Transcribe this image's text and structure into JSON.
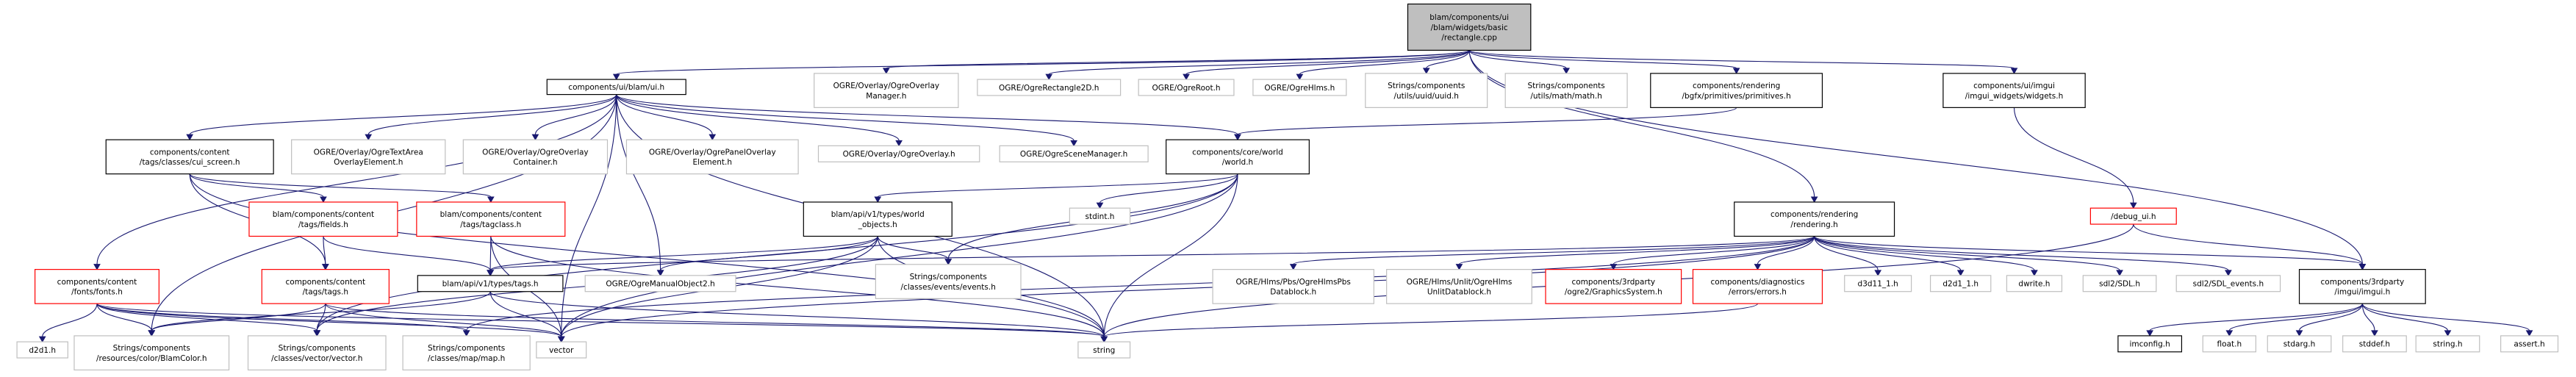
{
  "diagram": {
    "colors": {
      "edge": "#191970",
      "root_fill": "#bfbfbf",
      "root_border": "#000000",
      "normal_border": "#000000",
      "missing_border": "#bfbfbf",
      "missing_text": "#000000",
      "incomplete_border": "#ff0000",
      "node_fill": "#ffffff"
    },
    "nodes": [
      {
        "id": "root",
        "kind": "root",
        "lines": [
          "blam/components/ui",
          "/blam/widgets/basic",
          "/rectangle.cpp"
        ]
      },
      {
        "id": "ui_h",
        "kind": "normal",
        "lines": [
          "components/ui/blam/ui.h"
        ]
      },
      {
        "id": "ogre_overlay_mgr",
        "kind": "missing",
        "lines": [
          "OGRE/Overlay/OgreOverlay",
          "Manager.h"
        ]
      },
      {
        "id": "ogre_rect2d",
        "kind": "missing",
        "lines": [
          "OGRE/OgreRectangle2D.h"
        ]
      },
      {
        "id": "ogre_root",
        "kind": "missing",
        "lines": [
          "OGRE/OgreRoot.h"
        ]
      },
      {
        "id": "ogre_hlms",
        "kind": "missing",
        "lines": [
          "OGRE/OgreHlms.h"
        ]
      },
      {
        "id": "uuid_h",
        "kind": "missing",
        "lines": [
          "Strings/components",
          "/utils/uuid/uuid.h"
        ]
      },
      {
        "id": "math_h",
        "kind": "missing",
        "lines": [
          "Strings/components",
          "/utils/math/math.h"
        ]
      },
      {
        "id": "primitives_h",
        "kind": "normal",
        "lines": [
          "components/rendering",
          "/bgfx/primitives/primitives.h"
        ]
      },
      {
        "id": "imgui_widgets_h",
        "kind": "normal",
        "lines": [
          "components/ui/imgui",
          "/imgui_widgets/widgets.h"
        ]
      },
      {
        "id": "cui_screen_h",
        "kind": "normal",
        "lines": [
          "components/content",
          "/tags/classes/cui_screen.h"
        ]
      },
      {
        "id": "ogre_textarea",
        "kind": "missing",
        "lines": [
          "OGRE/Overlay/OgreTextArea",
          "OverlayElement.h"
        ]
      },
      {
        "id": "ogre_overlay_container",
        "kind": "missing",
        "lines": [
          "OGRE/Overlay/OgreOverlay",
          "Container.h"
        ]
      },
      {
        "id": "ogre_panel_overlay",
        "kind": "missing",
        "lines": [
          "OGRE/Overlay/OgrePanelOverlay",
          "Element.h"
        ]
      },
      {
        "id": "ogre_overlay_h",
        "kind": "missing",
        "lines": [
          "OGRE/Overlay/OgreOverlay.h"
        ]
      },
      {
        "id": "ogre_scene_mgr",
        "kind": "missing",
        "lines": [
          "OGRE/OgreSceneManager.h"
        ]
      },
      {
        "id": "world_h",
        "kind": "normal",
        "lines": [
          "components/core/world",
          "/world.h"
        ]
      },
      {
        "id": "fields_h",
        "kind": "incomplete",
        "lines": [
          "blam/components/content",
          "/tags/fields.h"
        ]
      },
      {
        "id": "tagclass_h",
        "kind": "incomplete",
        "lines": [
          "blam/components/content",
          "/tags/tagclass.h"
        ]
      },
      {
        "id": "world_objects_h",
        "kind": "normal",
        "lines": [
          "blam/api/v1/types/world",
          "_objects.h"
        ]
      },
      {
        "id": "stdint_h",
        "kind": "missing",
        "lines": [
          "stdint.h"
        ]
      },
      {
        "id": "rendering_h",
        "kind": "normal",
        "lines": [
          "components/rendering",
          "/rendering.h"
        ]
      },
      {
        "id": "debug_ui_h",
        "kind": "incomplete",
        "lines": [
          "/debug_ui.h"
        ]
      },
      {
        "id": "fonts_h",
        "kind": "incomplete",
        "lines": [
          "components/content",
          "/fonts/fonts.h"
        ]
      },
      {
        "id": "content_tags_h",
        "kind": "incomplete",
        "lines": [
          "components/content",
          "/tags/tags.h"
        ]
      },
      {
        "id": "api_tags_h",
        "kind": "normal",
        "lines": [
          "blam/api/v1/types/tags.h"
        ]
      },
      {
        "id": "ogre_manual_obj",
        "kind": "missing",
        "lines": [
          "OGRE/OgreManualObject2.h"
        ]
      },
      {
        "id": "events_h",
        "kind": "missing",
        "lines": [
          "Strings/components",
          "/classes/events/events.h"
        ]
      },
      {
        "id": "hlms_pbs_datablock",
        "kind": "missing",
        "lines": [
          "OGRE/Hlms/Pbs/OgreHlmsPbs",
          "Datablock.h"
        ]
      },
      {
        "id": "hlms_unlit_datablock",
        "kind": "missing",
        "lines": [
          "OGRE/Hlms/Unlit/OgreHlms",
          "UnlitDatablock.h"
        ]
      },
      {
        "id": "graphics_system_h",
        "kind": "incomplete",
        "lines": [
          "components/3rdparty",
          "/ogre2/GraphicsSystem.h"
        ]
      },
      {
        "id": "errors_h",
        "kind": "incomplete",
        "lines": [
          "components/diagnostics",
          "/errors/errors.h"
        ]
      },
      {
        "id": "d3d11_1_h",
        "kind": "missing",
        "lines": [
          "d3d11_1.h"
        ]
      },
      {
        "id": "d2d1_1_h",
        "kind": "missing",
        "lines": [
          "d2d1_1.h"
        ]
      },
      {
        "id": "dwrite_h",
        "kind": "missing",
        "lines": [
          "dwrite.h"
        ]
      },
      {
        "id": "sdl_h",
        "kind": "missing",
        "lines": [
          "sdl2/SDL.h"
        ]
      },
      {
        "id": "sdl_events_h",
        "kind": "missing",
        "lines": [
          "sdl2/SDL_events.h"
        ]
      },
      {
        "id": "imgui_h",
        "kind": "normal",
        "lines": [
          "components/3rdparty",
          "/imgui/imgui.h"
        ]
      },
      {
        "id": "d2d1_h",
        "kind": "missing",
        "lines": [
          "d2d1.h"
        ]
      },
      {
        "id": "blamcolor_h",
        "kind": "missing",
        "lines": [
          "Strings/components",
          "/resources/color/BlamColor.h"
        ]
      },
      {
        "id": "vector_h",
        "kind": "missing",
        "lines": [
          "Strings/components",
          "/classes/vector/vector.h"
        ]
      },
      {
        "id": "map_h",
        "kind": "missing",
        "lines": [
          "Strings/components",
          "/classes/map/map.h"
        ]
      },
      {
        "id": "vector",
        "kind": "missing",
        "lines": [
          "vector"
        ]
      },
      {
        "id": "string",
        "kind": "missing",
        "lines": [
          "string"
        ]
      },
      {
        "id": "imconfig_h",
        "kind": "normal",
        "lines": [
          "imconfig.h"
        ]
      },
      {
        "id": "float_h",
        "kind": "missing",
        "lines": [
          "float.h"
        ]
      },
      {
        "id": "stdarg_h",
        "kind": "missing",
        "lines": [
          "stdarg.h"
        ]
      },
      {
        "id": "stddef_h",
        "kind": "missing",
        "lines": [
          "stddef.h"
        ]
      },
      {
        "id": "string_h",
        "kind": "missing",
        "lines": [
          "string.h"
        ]
      },
      {
        "id": "assert_h",
        "kind": "missing",
        "lines": [
          "assert.h"
        ]
      }
    ],
    "edges": [
      [
        "root",
        "ui_h"
      ],
      [
        "root",
        "ogre_overlay_mgr"
      ],
      [
        "root",
        "ogre_rect2d"
      ],
      [
        "root",
        "ogre_root"
      ],
      [
        "root",
        "ogre_hlms"
      ],
      [
        "root",
        "uuid_h"
      ],
      [
        "root",
        "math_h"
      ],
      [
        "root",
        "primitives_h"
      ],
      [
        "root",
        "imgui_widgets_h"
      ],
      [
        "root",
        "rendering_h"
      ],
      [
        "root",
        "imgui_h"
      ],
      [
        "ui_h",
        "cui_screen_h"
      ],
      [
        "ui_h",
        "ogre_textarea"
      ],
      [
        "ui_h",
        "ogre_overlay_container"
      ],
      [
        "ui_h",
        "ogre_panel_overlay"
      ],
      [
        "ui_h",
        "ogre_overlay_h"
      ],
      [
        "ui_h",
        "ogre_scene_mgr"
      ],
      [
        "ui_h",
        "fonts_h"
      ],
      [
        "ui_h",
        "ogre_manual_obj"
      ],
      [
        "ui_h",
        "vector"
      ],
      [
        "ui_h",
        "string"
      ],
      [
        "ui_h",
        "blamcolor_h"
      ],
      [
        "ui_h",
        "world_h"
      ],
      [
        "primitives_h",
        "world_h"
      ],
      [
        "imgui_widgets_h",
        "debug_ui_h"
      ],
      [
        "cui_screen_h",
        "fields_h"
      ],
      [
        "cui_screen_h",
        "tagclass_h"
      ],
      [
        "cui_screen_h",
        "content_tags_h"
      ],
      [
        "cui_screen_h",
        "string"
      ],
      [
        "world_h",
        "world_objects_h"
      ],
      [
        "world_h",
        "stdint_h"
      ],
      [
        "world_h",
        "events_h"
      ],
      [
        "world_h",
        "vector"
      ],
      [
        "world_h",
        "string"
      ],
      [
        "world_h",
        "vector_h"
      ],
      [
        "fields_h",
        "content_tags_h"
      ],
      [
        "fields_h",
        "api_tags_h"
      ],
      [
        "tagclass_h",
        "api_tags_h"
      ],
      [
        "tagclass_h",
        "vector"
      ],
      [
        "tagclass_h",
        "string"
      ],
      [
        "world_objects_h",
        "api_tags_h"
      ],
      [
        "world_objects_h",
        "ogre_manual_obj"
      ],
      [
        "world_objects_h",
        "events_h"
      ],
      [
        "world_objects_h",
        "vector"
      ],
      [
        "world_objects_h",
        "string"
      ],
      [
        "world_objects_h",
        "vector_h"
      ],
      [
        "rendering_h",
        "api_tags_h"
      ],
      [
        "rendering_h",
        "hlms_pbs_datablock"
      ],
      [
        "rendering_h",
        "hlms_unlit_datablock"
      ],
      [
        "rendering_h",
        "graphics_system_h"
      ],
      [
        "rendering_h",
        "errors_h"
      ],
      [
        "rendering_h",
        "d3d11_1_h"
      ],
      [
        "rendering_h",
        "d2d1_1_h"
      ],
      [
        "rendering_h",
        "dwrite_h"
      ],
      [
        "rendering_h",
        "sdl_h"
      ],
      [
        "rendering_h",
        "sdl_events_h"
      ],
      [
        "rendering_h",
        "imgui_h"
      ],
      [
        "rendering_h",
        "vector"
      ],
      [
        "rendering_h",
        "map_h"
      ],
      [
        "debug_ui_h",
        "imgui_h"
      ],
      [
        "debug_ui_h",
        "string"
      ],
      [
        "fonts_h",
        "d2d1_h"
      ],
      [
        "fonts_h",
        "blamcolor_h"
      ],
      [
        "fonts_h",
        "vector_h"
      ],
      [
        "fonts_h",
        "map_h"
      ],
      [
        "fonts_h",
        "vector"
      ],
      [
        "fonts_h",
        "string"
      ],
      [
        "content_tags_h",
        "vector_h"
      ],
      [
        "content_tags_h",
        "vector"
      ],
      [
        "content_tags_h",
        "string"
      ],
      [
        "content_tags_h",
        "blamcolor_h"
      ],
      [
        "api_tags_h",
        "vector"
      ],
      [
        "api_tags_h",
        "string"
      ],
      [
        "api_tags_h",
        "blamcolor_h"
      ],
      [
        "errors_h",
        "string"
      ],
      [
        "imgui_h",
        "imconfig_h"
      ],
      [
        "imgui_h",
        "float_h"
      ],
      [
        "imgui_h",
        "stdarg_h"
      ],
      [
        "imgui_h",
        "stddef_h"
      ],
      [
        "imgui_h",
        "string_h"
      ],
      [
        "imgui_h",
        "assert_h"
      ]
    ]
  }
}
